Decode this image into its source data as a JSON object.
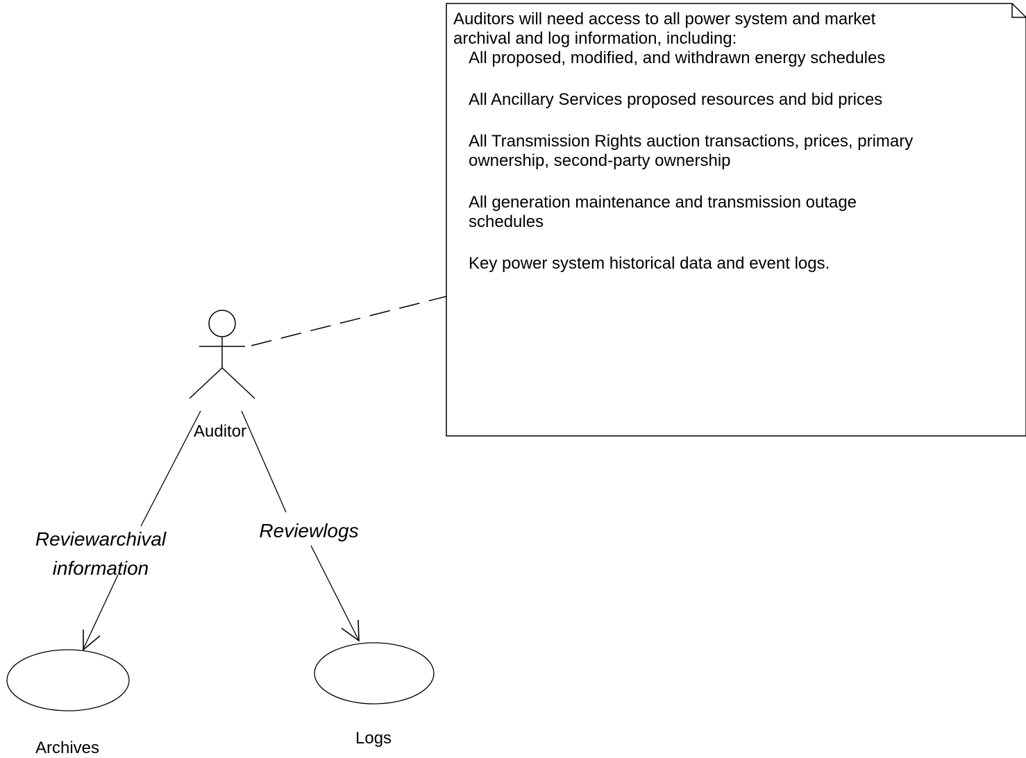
{
  "note": {
    "intro": "Auditors will need access to all power system and market archival and log information, including:",
    "items": [
      "All proposed, modified, and withdrawn energy schedules",
      "All Ancillary Services proposed resources and bid prices",
      "All Transmission Rights auction transactions, prices, primary ownership, second-party ownership",
      "All generation maintenance and transmission outage schedules",
      "Key power system historical data and event logs."
    ]
  },
  "actor": {
    "name": "Auditor"
  },
  "associations": {
    "archival_line1": "Reviewarchival",
    "archival_line2": "information",
    "logs": "Reviewlogs"
  },
  "use_cases": {
    "archives": "Archives",
    "logs": "Logs"
  }
}
